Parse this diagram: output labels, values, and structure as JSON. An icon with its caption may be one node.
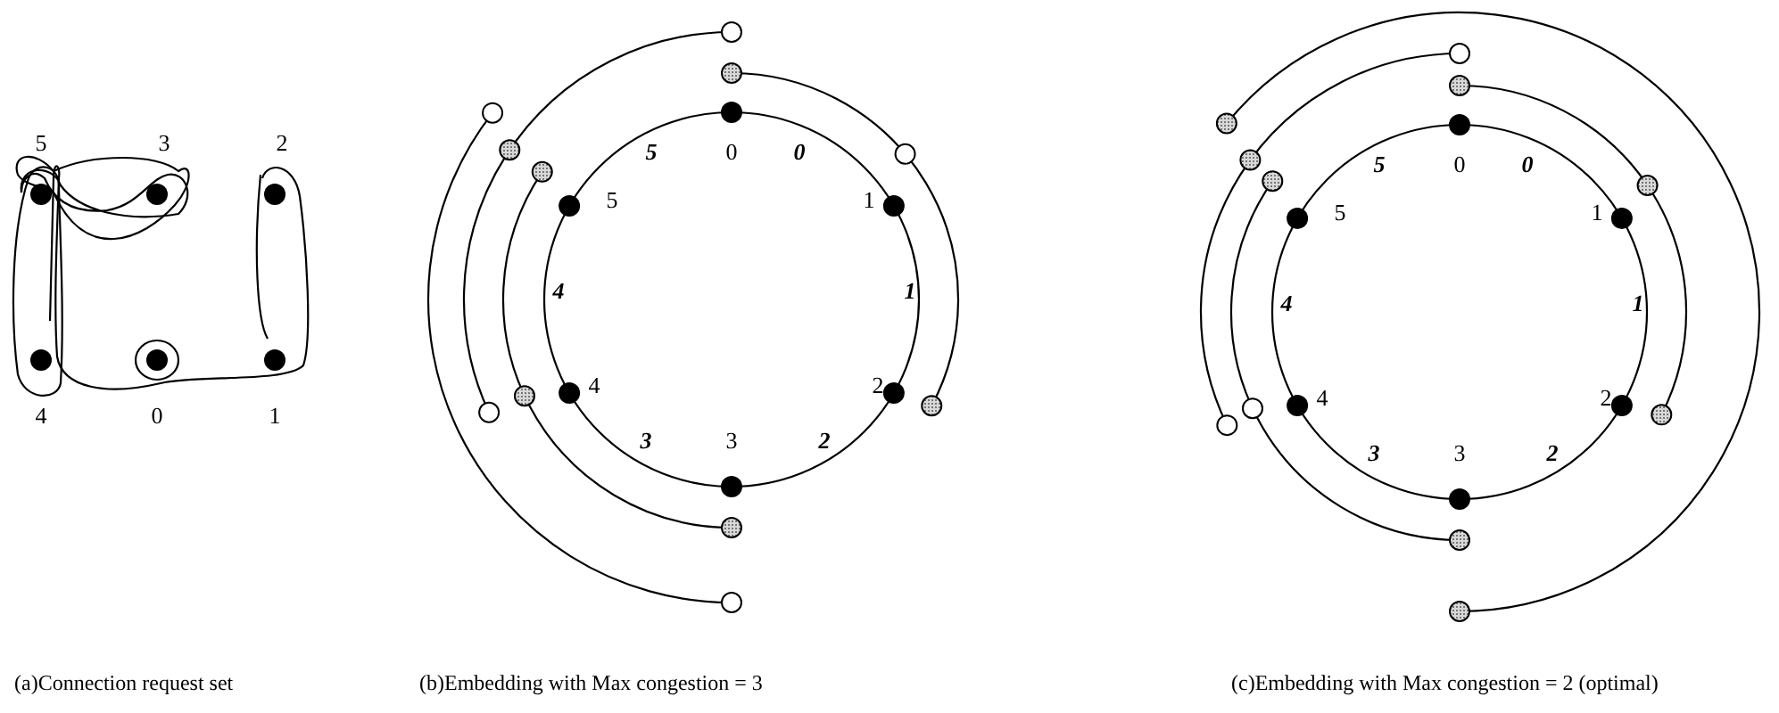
{
  "diagram": {
    "labels": [
      "5",
      "3",
      "2",
      "4",
      "0",
      "1",
      "5",
      "0",
      "0",
      "5",
      "1",
      "4",
      "1",
      "4",
      "2",
      "3",
      "3",
      "2",
      "5",
      "0",
      "0",
      "5",
      "1",
      "4",
      "1",
      "4",
      "2",
      "3",
      "3",
      "2",
      "(a)Connection request set",
      "(b)Embedding with Max congestion = 3",
      "(c)Embedding with Max congestion = 2 (optimal)"
    ]
  }
}
